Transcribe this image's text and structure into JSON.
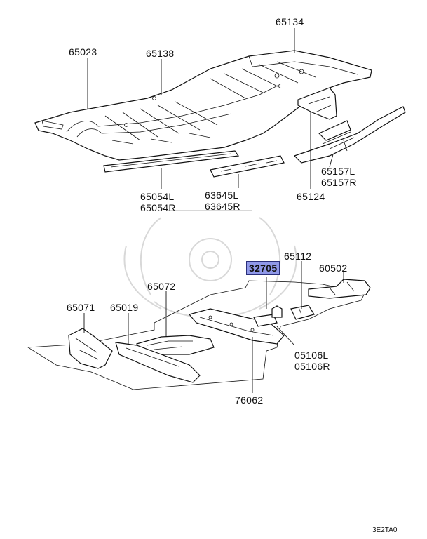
{
  "diagram": {
    "footer_code": "3E2TA0",
    "colors": {
      "highlight": "#8f98e8",
      "line": "#111111",
      "watermark": "#d8d8d8"
    },
    "labels": {
      "p65134": "65134",
      "p65023": "65023",
      "p65138": "65138",
      "p65054": "65054L\n65054R",
      "p63645": "63645L\n63645R",
      "p65124": "65124",
      "p65157": "65157L\n65157R",
      "p65112": "65112",
      "p32705": "32705",
      "p60502": "60502",
      "p65072": "65072",
      "p65071": "65071",
      "p65019": "65019",
      "p05106": "05106L\n05106R",
      "p76062": "76062"
    }
  }
}
